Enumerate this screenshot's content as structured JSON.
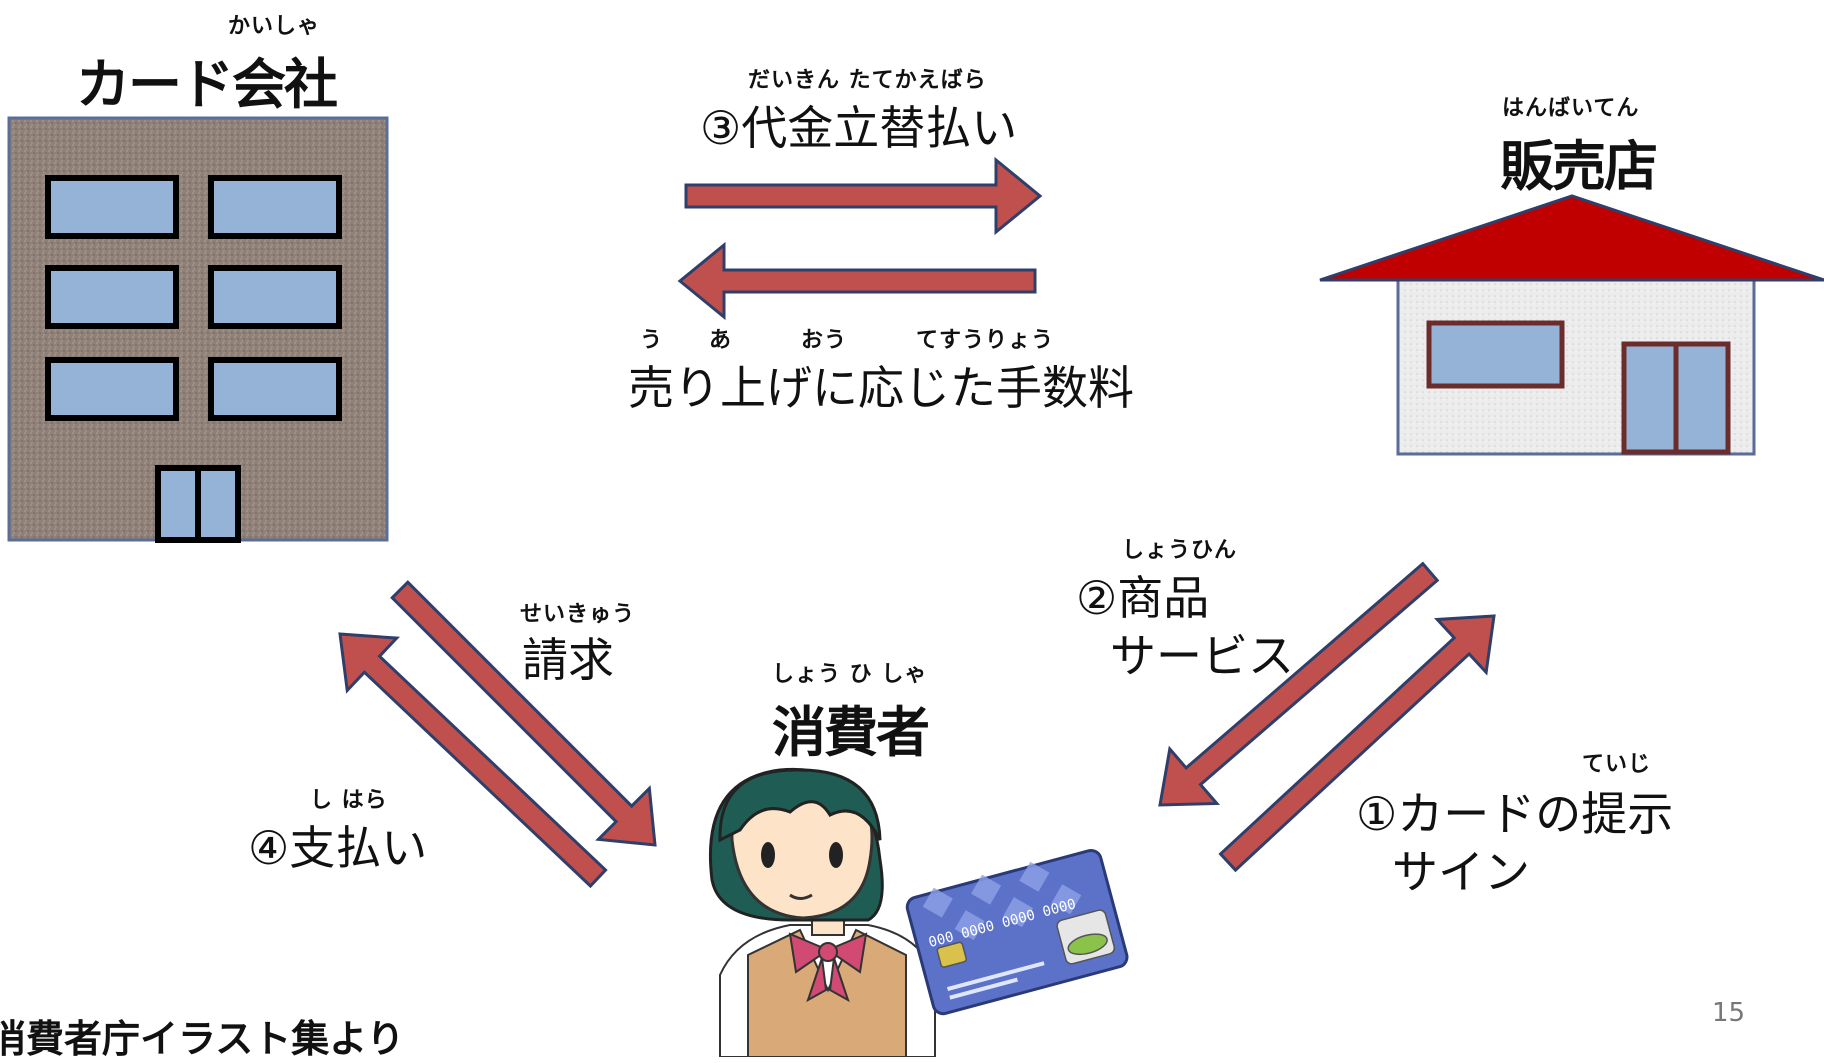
{
  "colors": {
    "arrow_fill": "#c0504d",
    "arrow_stroke": "#2f3f6a",
    "building_fill": "#8f8078",
    "window_fill": "#95b3d7",
    "roof_fill": "#c00000",
    "house_wall": "#ececec",
    "house_trim": "#6b2c2c",
    "card_fill": "#5b72c8"
  },
  "nodes": {
    "card_company": {
      "ruby": "かいしゃ",
      "title": "カード会社"
    },
    "shop": {
      "ruby": "はんばいてん",
      "title": "販売店"
    },
    "consumer": {
      "ruby": "しょう ひ しゃ",
      "title": "消費者"
    }
  },
  "edges": {
    "advance": {
      "ruby": "だいきん たてかえばら",
      "label": "③代金立替払い"
    },
    "fee": {
      "ruby": "う　　あ　　　おう　　　てすうりょう",
      "label": "売り上げに応じた手数料"
    },
    "billing": {
      "ruby": "せいきゅう",
      "label": "請求"
    },
    "payment": {
      "ruby": "し はら",
      "label": "④支払い"
    },
    "goods": {
      "ruby": "しょうひん",
      "label_1": "②商品",
      "label_2": "サービス"
    },
    "present": {
      "ruby": "ていじ",
      "label_1": "①カードの提示",
      "label_2": "サイン"
    }
  },
  "card": {
    "number": "000 0000 0000 0000"
  },
  "credit": "消費者庁イラスト集より",
  "page_number": "15"
}
